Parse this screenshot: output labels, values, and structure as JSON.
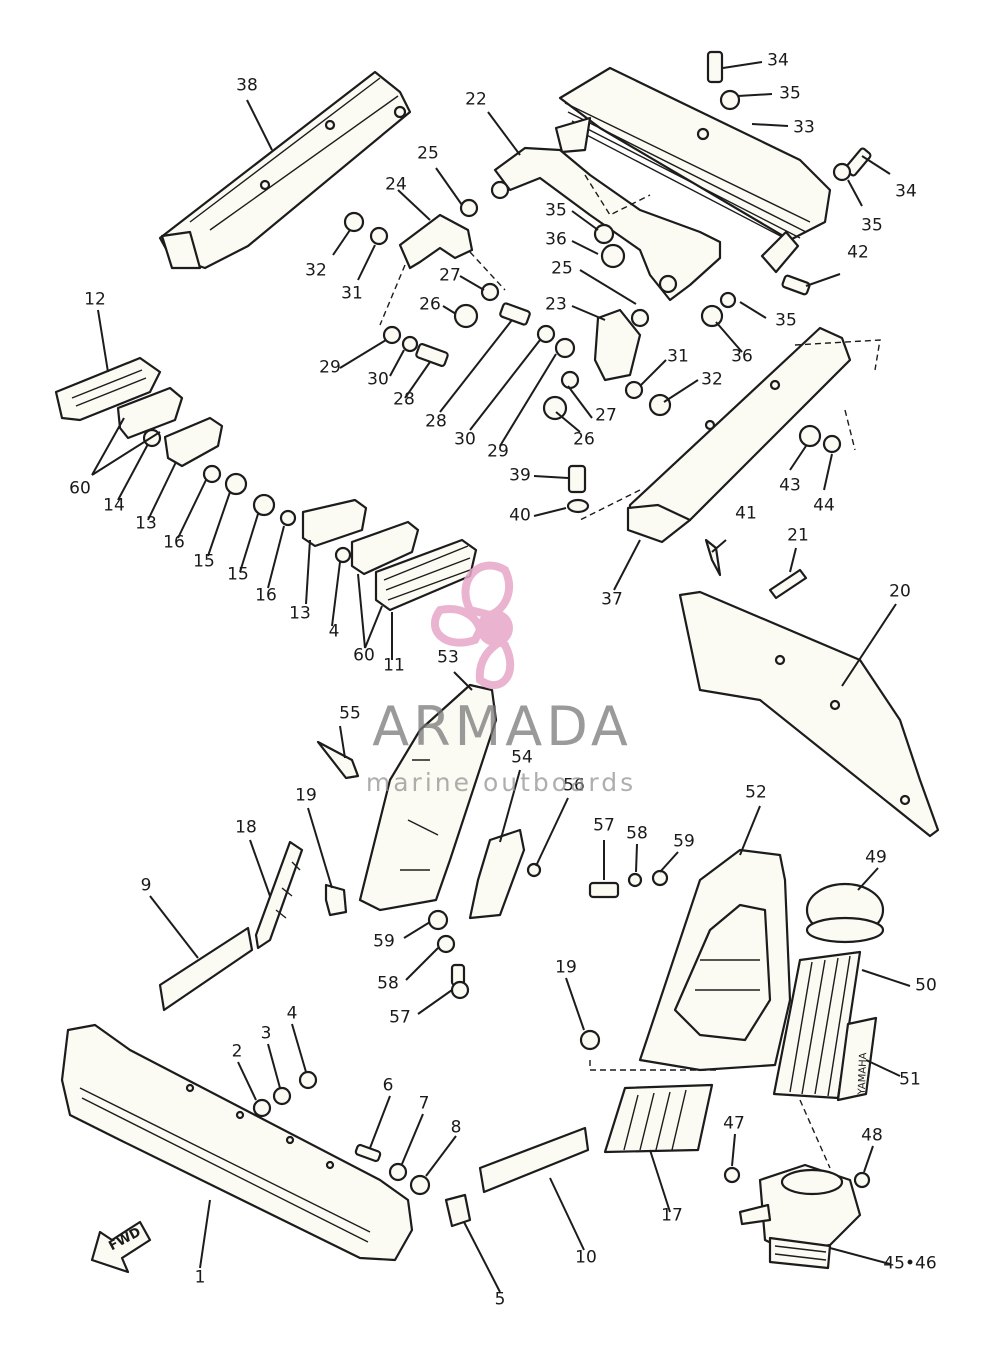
{
  "watermark": {
    "brand": "ARMADA",
    "tagline": "marine outboards",
    "logo_color": "#e7a8c8"
  },
  "stamped_text": {
    "fwd_arrow": "FWD",
    "decal": "YAMAHA"
  },
  "callouts": [
    "38",
    "22",
    "34",
    "35",
    "33",
    "25",
    "24",
    "32",
    "31",
    "35",
    "36",
    "34",
    "35",
    "27",
    "26",
    "42",
    "25",
    "23",
    "35",
    "12",
    "29",
    "30",
    "28",
    "28",
    "30",
    "29",
    "27",
    "26",
    "31",
    "32",
    "36",
    "60",
    "14",
    "13",
    "16",
    "15",
    "15",
    "16",
    "39",
    "40",
    "43",
    "44",
    "13",
    "4",
    "60",
    "11",
    "37",
    "41",
    "21",
    "20",
    "53",
    "55",
    "54",
    "56",
    "19",
    "18",
    "9",
    "57",
    "58",
    "59",
    "52",
    "49",
    "59",
    "58",
    "57",
    "19",
    "50",
    "51",
    "2",
    "3",
    "4",
    "6",
    "7",
    "8",
    "47",
    "48",
    "17",
    "10",
    "1",
    "5",
    "45•46"
  ]
}
